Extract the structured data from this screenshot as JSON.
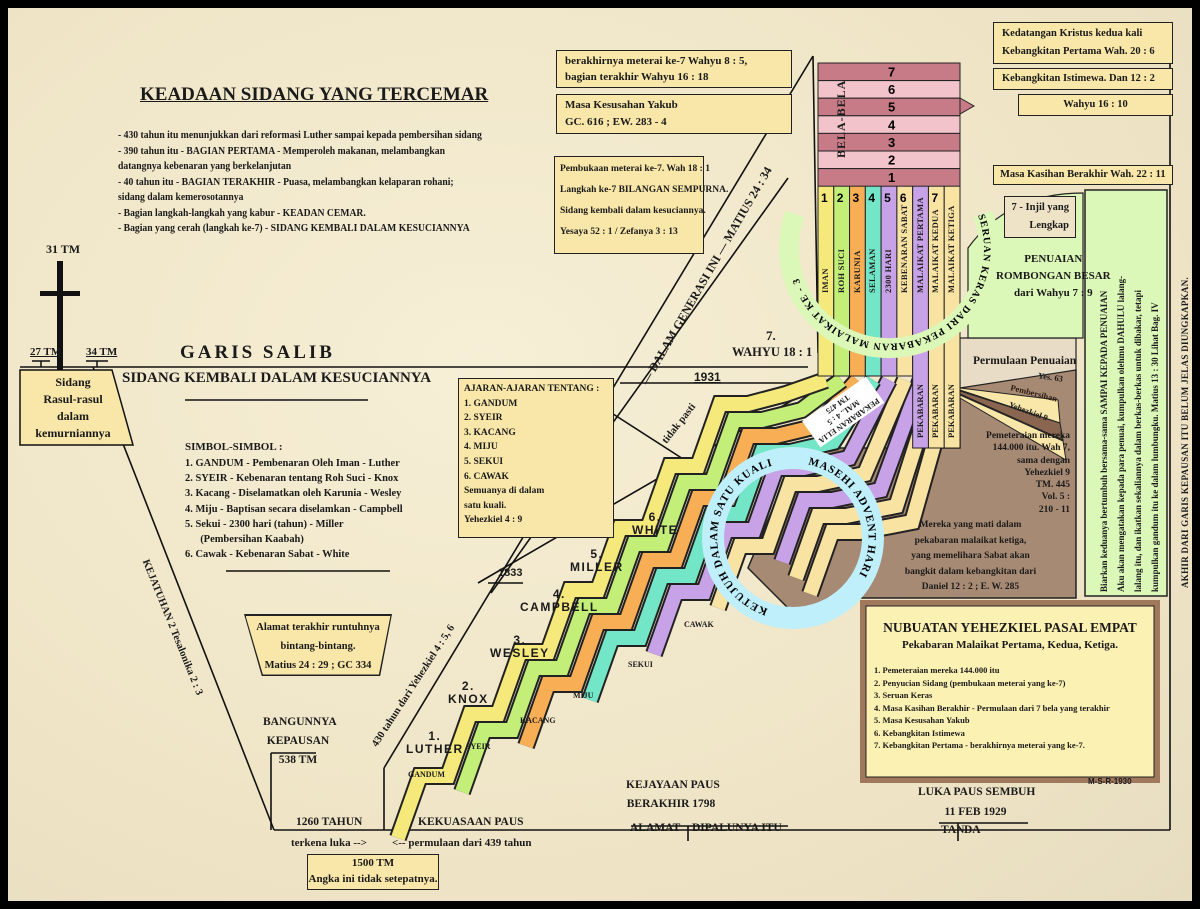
{
  "title": "KEADAAN SIDANG YANG TERCEMAR",
  "intro_notes": [
    "- 430 tahun itu menunjukkan dari reformasi Luther sampai kepada pembersihan sidang",
    "- 390 tahun itu - BAGIAN PERTAMA - Memperoleh makanan, melambangkan",
    "  datangnya kebenaran yang berkelanjutan",
    "- 40 tahun itu - BAGIAN TERAKHIR - Puasa, melambangkan kelaparan rohani;",
    "  sidang dalam kemerosotannya",
    "- Bagian langkah-langkah yang kabur - KEADAN CEMAR.",
    "- Bagian yang cerah (langkah ke-7) - SIDANG KEMBALI DALAM KESUCIANNYA"
  ],
  "cross": {
    "year": "31 TM",
    "left_year": "27 TM",
    "right_year": "34 TM"
  },
  "apostolic_box": [
    "Sidang",
    "Rasul-rasul",
    "dalam",
    "kemurniannya"
  ],
  "garis_salib": "GARIS SALIB",
  "garis_subtitle": "SIDANG KEMBALI DALAM KESUCIANNYA",
  "symbols": {
    "heading": "SIMBOL-SIMBOL :",
    "items": [
      "1. GANDUM - Pembenaran Oleh Iman - Luther",
      "2. SYEIR - Kebenaran tentang Roh Suci - Knox",
      "3. Kacang - Diselamatkan oleh Karunia - Wesley",
      "4. Miju - Baptisan secara diselamkan - Campbell",
      "5. Sekui - 2300 hari (tahun) - Miller",
      "(Pembersihan Kaabah)",
      "6.  Cawak - Kebenaran Sabat - White"
    ]
  },
  "ajaran": {
    "heading": "AJARAN-AJARAN TENTANG :",
    "items": [
      "1. GANDUM",
      "2. SYEIR",
      "3. KACANG",
      "4. MIJU",
      "5. SEKUI",
      "6. CAWAK",
      "Semuanya di dalam",
      "satu kuali.",
      "Yehezkiel 4 : 9"
    ]
  },
  "left_boxes": {
    "wahyu8": [
      "berakhirnya meterai ke-7 Wahyu 8 : 5,",
      "bagian terakhir Wahyu 16 : 18"
    ],
    "yakub": [
      "Masa Kesusahan Yakub",
      "GC. 616 ; EW. 283 - 4"
    ],
    "meterai": [
      "Pembukaan meterai ke-7. Wah 18 : 1",
      "Langkah ke-7 BILANGAN SEMPURNA.",
      "Sidang kembali dalam kesuciannya.",
      "Yesaya 52 : 1 / Zefanya 3 : 13"
    ]
  },
  "right_boxes": {
    "kedatangan": [
      "Kedatangan Kristus kedua kali",
      "Kebangkitan Pertama Wah. 20 : 6"
    ],
    "istimewa": "Kebangkitan Istimewa. Dan 12 : 2",
    "wahyu16": "Wahyu 16 : 10",
    "kasihan": "Masa Kasihan Berakhir Wah. 22 : 11",
    "injil": [
      "7 - Injil yang",
      "Lengkap"
    ],
    "penuaian": [
      "PENUAIAN",
      "ROMBONGAN BESAR",
      "dari Wahyu 7 : 9"
    ],
    "permulaan": "Permulaan Penuaian",
    "wedges": [
      "Yes. 63",
      "Pembersihan",
      "Yehezkiel 9"
    ],
    "pemeteraian": [
      "Pemeteraian mereka",
      "144.000 itu. Wah 7,",
      "sama dengan",
      "Yehezkiel 9",
      "TM. 445",
      "Vol. 5 :",
      "210 - 11"
    ],
    "mati": [
      "Mereka yang mati dalam",
      "pekabaran malaikat ketiga,",
      "yang memelihara Sabat akan",
      "bangkit dalam kebangkitan dari",
      "Daniel 12 : 2 ; E. W. 285"
    ],
    "green_note": [
      "Biarkan keduanya bertumbuh bersama-sama SAMPAI KEPADA PENUAIAN",
      "Aku akan mengatakan kepada para penuai, kumpulkan olehmu DAHULU lalang-",
      "lalang itu, dan ikatkan sekaliannya dalam berkas-berkas untuk dibakar, tetapi",
      "kumpulkan gandum itu ke dalam lumbungku. Matius 13 : 30 Lihat Bag. IV"
    ],
    "edge_note": "AKHIR DARI GARIS KEPAUSAN ITU BELUM JELAS DIUNGKAPKAN."
  },
  "bela": {
    "label": "BELA-BELA",
    "rows": [
      "7",
      "6",
      "5",
      "4",
      "3",
      "2",
      "1"
    ]
  },
  "columns": {
    "numbers": [
      "1",
      "2",
      "3",
      "4",
      "5",
      "6",
      "7"
    ],
    "labels": [
      "IMAN",
      "ROH SUCI",
      "KARUNIA",
      "SELAMAN",
      "2300 HARI",
      "KEBENARAN SABAT",
      "MALAIKAT PERTAMA",
      "MALAIKAT KEDUA",
      "MALAIKAT KETIGA"
    ],
    "colors": [
      "#f5e97c",
      "#c3ef78",
      "#f8ae55",
      "#72e6c6",
      "#c8a2e6",
      "#f8e3a2",
      "#c8a2e6",
      "#f8e3a2",
      "#f8e3a2"
    ],
    "pekabaran": [
      "PEKABARAN",
      "PEKABARAN",
      "PEKABARAN"
    ]
  },
  "arcs": {
    "seruan": "SERUAN KERAS DARI PEKABARAN MALAIKAT KE - 3",
    "kuali_left": "KETUJUH DALAM SATU KUALI",
    "kuali_right": "MASEHI ADVENT HARI",
    "elia": [
      "PEKABARAN ELIA",
      "MAL. 4 : 5",
      "TM 475"
    ]
  },
  "timeline": {
    "wahyu18": "WAHYU 18 : 1",
    "step7": "7.",
    "y1931": "1931",
    "tidak_pasti": "tidak pasti",
    "generasi": "— DALAM GENERASI INI — MATIUS 24 : 34",
    "y1833": "1833",
    "yehezkiel": "430 tahun dari Yehezkiel 4 : 5, 6",
    "kejatuhan": "KEJATUHAN 2 Tesalonika 2 : 3",
    "bintang": [
      "Alamat terakhir runtuhnya",
      "bintang-bintang.",
      "Matius 24 : 29 ; GC 334"
    ],
    "bangunnya": [
      "BANGUNNYA",
      "KEPAUSAN",
      "538 TM"
    ],
    "tahun1260": "1260 TAHUN",
    "terkena": "terkena luka -->",
    "permulaan439": "<-- permulaan dari 439 tahun",
    "kekuasaan": "KEKUASAAN PAUS",
    "y1500": [
      "1500 TM",
      "Angka ini tidak setepatnya."
    ],
    "kejayaan": [
      "KEJAYAAN PAUS",
      "BERAKHIR 1798"
    ],
    "alamat": [
      "ALAMAT",
      "DIPALUNYA ITU"
    ],
    "luka": [
      "LUKA PAUS SEMBUH",
      "11 FEB 1929"
    ],
    "tanda": [
      "TAN",
      "DA"
    ],
    "signature": "M-S-R-1930"
  },
  "reformers": [
    {
      "num": "1.",
      "name": "LUTHER",
      "band": "GANDUM"
    },
    {
      "num": "2.",
      "name": "KNOX",
      "band": "SYEIR"
    },
    {
      "num": "3.",
      "name": "WESLEY",
      "band": "KACANG"
    },
    {
      "num": "4.",
      "name": "CAMPBELL",
      "band": "MIJU"
    },
    {
      "num": "5.",
      "name": "MILLER",
      "band": "SEKUI"
    },
    {
      "num": "6.",
      "name": "WHITE",
      "band": "CAWAK"
    }
  ],
  "nubuatan": {
    "title": "NUBUATAN YEHEZKIEL PASAL EMPAT",
    "subtitle": "Pekabaran Malaikat Pertama, Kedua, Ketiga.",
    "items": [
      "1. Pemeteraian mereka 144.000 itu",
      "2. Penyucian Sidang (pembukaan meterai yang ke-7)",
      "3. Seruan Keras",
      "4. Masa Kasihan Berakhir - Permulaan dari 7 bela yang terakhir",
      "5. Masa Kesusahan Yakub",
      "6. Kebangkitan Istimewa",
      "7. Kebangkitan Pertama - berakhirnya meterai yang ke-7."
    ]
  },
  "colors": {
    "bela_dark": "#c77b87",
    "bela_light": "#f2c3cb",
    "brown": "#a78a74",
    "green_note": "#dcf8b8",
    "kuali": "#bfeffa"
  }
}
